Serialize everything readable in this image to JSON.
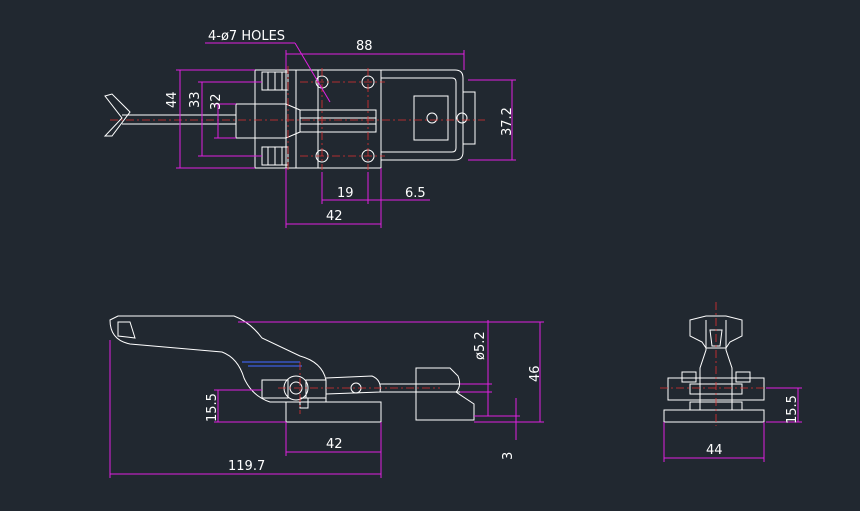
{
  "colors": {
    "background": "#212830",
    "outline": "#ffffff",
    "dimension": "#e020e0",
    "centerline": "#e03030",
    "hidden": "#3c5ee0"
  },
  "top_view": {
    "note": "4-ø7 HOLES",
    "dims": {
      "overall_length": "88",
      "width_outer": "44",
      "width_mid": "33",
      "width_inner": "32",
      "height_right": "37.2",
      "spacing": "19",
      "offset": "6.5",
      "base_length": "42"
    }
  },
  "side_view": {
    "dims": {
      "pin_diameter": "ø5.2",
      "height": "46",
      "base_height": "15.5",
      "base_length": "42",
      "overall_length": "119.7",
      "thickness": "3"
    }
  },
  "end_view": {
    "dims": {
      "base_height": "15.5",
      "width": "44"
    }
  }
}
